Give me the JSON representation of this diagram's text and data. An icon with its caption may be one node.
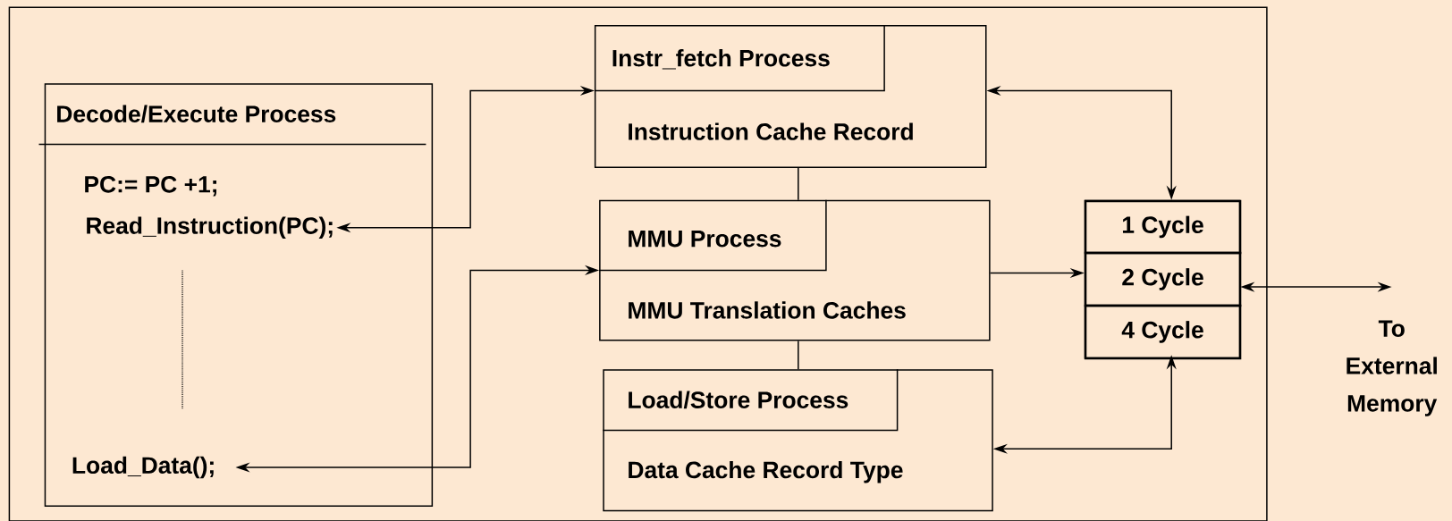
{
  "diagram": {
    "nodes": [
      {
        "text": [
          "Decode/Execute Process",
          "PC:= PC +1;"
        ]
      },
      {
        "text": [
          "Read_Instruction(PC);"
        ],
        "in": 0
      },
      {
        "text": [
          "Load_Data();"
        ],
        "in": 0
      },
      {
        "text": [
          "Instr_fetch Process",
          "Instruction Cache Record"
        ]
      },
      {
        "text": [
          "MMU Process",
          "MMU Translation Caches"
        ]
      },
      {
        "text": [
          "Load/Store Process",
          "Data Cache Record Type"
        ]
      },
      {
        "text": [],
        "shape": "box"
      },
      {
        "text": [
          "1 Cycle"
        ],
        "in": 6
      },
      {
        "text": [
          "2 Cycle"
        ],
        "in": 6
      },
      {
        "text": [
          "4 Cycle"
        ],
        "in": 6
      },
      {
        "text": [
          "To External Memory"
        ]
      }
    ],
    "edges": [
      {
        "from": 1,
        "to": 3,
        "arrow": "both"
      },
      {
        "from": 2,
        "to": 4,
        "arrow": "both"
      },
      {
        "from": 3,
        "to": 4,
        "arrow": "none"
      },
      {
        "from": 4,
        "to": 5,
        "arrow": "none"
      },
      {
        "from": 3,
        "to": 6,
        "arrow": "both"
      },
      {
        "from": 4,
        "to": 6,
        "arrow": "to"
      },
      {
        "from": 5,
        "to": 6,
        "arrow": "both"
      },
      {
        "from": 6,
        "to": 10,
        "arrow": "both"
      }
    ]
  }
}
